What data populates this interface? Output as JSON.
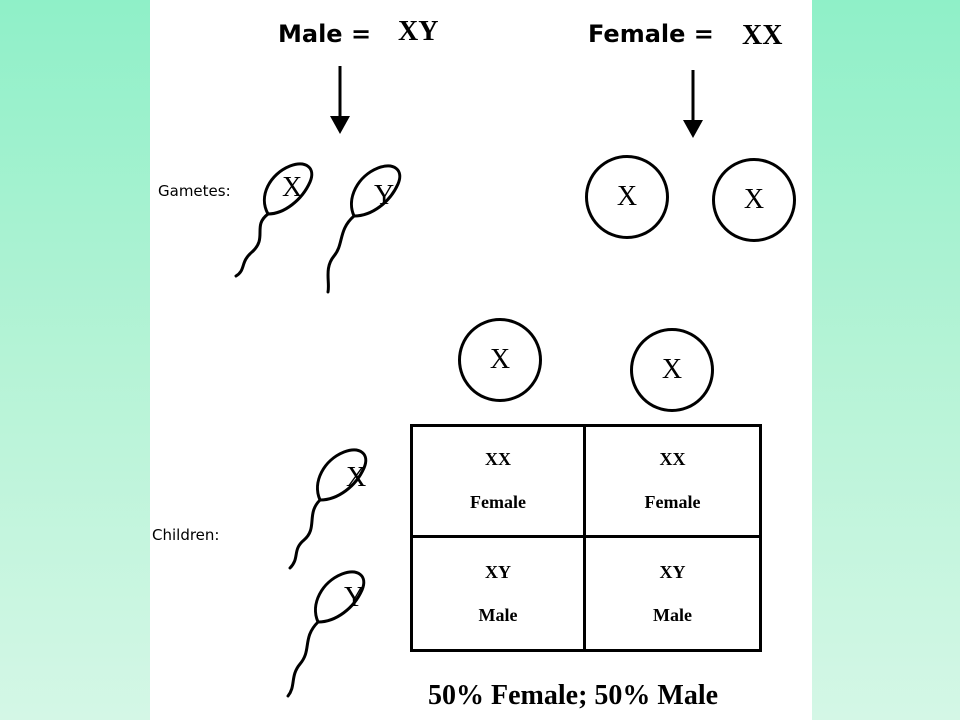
{
  "header": {
    "male_label": "Male =",
    "male_genotype": "XY",
    "female_label": "Female =",
    "female_genotype": "XX"
  },
  "gametes": {
    "label": "Gametes:",
    "male": [
      "X",
      "Y"
    ],
    "female": [
      "X",
      "X"
    ]
  },
  "children": {
    "label": "Children:",
    "top_alleles": [
      "X",
      "X"
    ],
    "side_alleles": [
      "X",
      "Y"
    ],
    "grid": [
      {
        "genotype": "XX",
        "sex": "Female"
      },
      {
        "genotype": "XX",
        "sex": "Female"
      },
      {
        "genotype": "XY",
        "sex": "Male"
      },
      {
        "genotype": "XY",
        "sex": "Male"
      }
    ]
  },
  "summary": "50% Female; 50% Male"
}
